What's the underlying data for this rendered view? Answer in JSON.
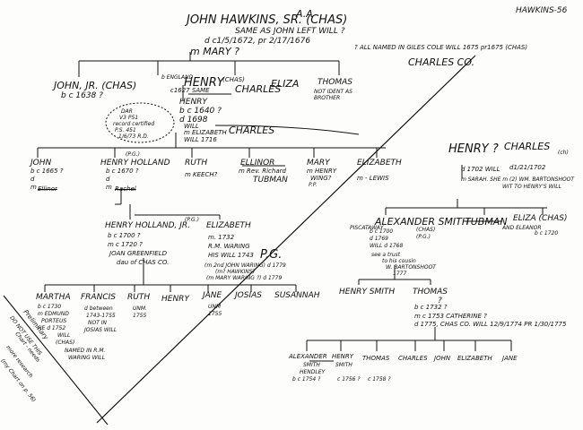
{
  "corner_ref": "HAWKINS-56",
  "top_mark": "A.A",
  "root": {
    "name": "JOHN HAWKINS, SR. (CHAS)",
    "note1": "SAME AS JOHN LEFT WILL ?",
    "dates": "d c1/5/1672, pr 2/17/1676",
    "spouse": "m MARY ?",
    "side_note": "? ALL NAMED IN GILES COLE WILL 1675 pr1675 (CHAS)",
    "county": "CHARLES CO."
  },
  "gen2": {
    "john_jr": {
      "name": "JOHN, JR. (CHAS)",
      "birth": "b c 1638 ?"
    },
    "henry": {
      "pre": "b ENGLAND",
      "name": "HENRY",
      "tag": "(CHAS)",
      "birth": "c1627 SAME",
      "county": "CHARLES",
      "eliza": "ELIZA",
      "sub_name": "HENRY",
      "sub_birth": "b c 1640 ?",
      "sub_death": "d 1698",
      "sub_will": "WILL",
      "sub_spouse": "m ELIZABETH",
      "sub_will_date": "WILL 1716",
      "sub_county": "CHARLES"
    },
    "thomas": {
      "name": "THOMAS",
      "note": "NOT IDENT AS BROTHER"
    },
    "dar_note": [
      "DAR",
      "V3 P51",
      "record certified",
      "P.S. 451",
      "1/6/73 R.D."
    ]
  },
  "gen3_left": {
    "john": {
      "name": "JOHN",
      "birth": "b c 1665 ?",
      "d": "d",
      "m": "m",
      "struck": "Ellinor"
    },
    "henry_holland": {
      "tag": "(P.G.)",
      "name": "HENRY HOLLAND",
      "birth": "b c 1670 ?",
      "d": "d",
      "m": "m",
      "struck": "Rachel"
    },
    "ruth": {
      "name": "RUTH",
      "spouse": "m KEECH?"
    },
    "ellinor": {
      "name": "ELLINOR",
      "spouse": "m Rev. Richard",
      "spouse2": "TUBMAN"
    },
    "mary": {
      "name": "MARY",
      "spouse": "m HENRY",
      "spouse2": "WING?",
      "extra": "P.P. "
    },
    "elizabeth": {
      "name": "ELIZABETH",
      "spouse": "m - LEWIS"
    }
  },
  "gen3_right": {
    "henry": {
      "name": "HENRY ?",
      "county": "CHARLES",
      "will": "d 1702 WILL",
      "will2": "d1/21/1702",
      "spouse": "m SARAH. SHE m (2) WM. BARTONSHOOT",
      "spouse_note": "WIT TO HENRY'S WILL",
      "abbr": "(ch)"
    }
  },
  "gen4_left": {
    "henry_jr": {
      "name": "HENRY HOLLAND, JR.",
      "tag": "(P.G.)",
      "birth": "b c 1700 ?",
      "marriage": "m c 1720 ?",
      "spouse": "JOAN GREENFIELD",
      "parent": "dau of CHAS CO."
    },
    "elizabeth": {
      "name": "ELIZABETH",
      "m": "m. 1732",
      "spouse": "R.M. WARING",
      "will": "HIS WILL 1743",
      "pg": "P.G.",
      "note1": "(m 2nd JOHN WARING) d 1779",
      "note2": "(m? HAWKINS)",
      "note3": "(m MARY WARING ?) d 1779"
    }
  },
  "gen4_right": {
    "alexander": {
      "pre": "PISCATAWAY",
      "name": "ALEXANDER SMITH",
      "tag1": "(CHAS)",
      "tag2": "(P.G.)",
      "birth": "b c 1700",
      "death": "d 1769",
      "will": "WILL d 1768",
      "note1": "see a trust",
      "note2": "to his cousin",
      "note3": "W. BARTONSHOOT",
      "note4": "1777"
    },
    "tubman": {
      "name": "TUBMAN"
    },
    "eliza": {
      "name": "ELIZA (CHAS)",
      "sub": "AND ELEANOR",
      "birth": "b c 1720"
    }
  },
  "gen5_left": {
    "names": [
      "MARTHA",
      "FRANCIS",
      "RUTH",
      "HENRY",
      "JANE",
      "JOSIAS",
      "SUSANNAH"
    ],
    "martha_details": [
      "b c 1730",
      "m EDMUND",
      "PORTEUS",
      "HE d 1752",
      "WILL",
      "(CHAS)"
    ],
    "francis_details": [
      "d between",
      "1743-1755",
      "NOT IN",
      "JOSIAS WILL"
    ],
    "ruth_details": [
      "UNM.",
      "1755"
    ],
    "jane_details": [
      "UNM",
      "1755"
    ],
    "named_note": [
      "NAMED IN R.M.",
      "WARING WILL"
    ]
  },
  "gen5_right": {
    "henry_smith": {
      "name": "HENRY SMITH"
    },
    "thomas": {
      "name": "THOMAS",
      "mark": "?",
      "birth": "b c 1732 ?",
      "marriage": "m c 1753 CATHERINE ?",
      "will": "d 1775, CHAS CO. WILL 12/9/1774 PR 1/30/1775"
    }
  },
  "gen6": {
    "names": [
      "ALEXANDER",
      "HENRY",
      "THOMAS",
      "CHARLES",
      "JOHN",
      "ELIZABETH",
      "JANE"
    ],
    "alexander_sub": [
      "SMITH",
      "HENDLEY"
    ],
    "henry_sub": "SMITH",
    "alexander_birth": "b c 1754 ?",
    "henry_birth": "c 1756 ?",
    "thomas_birth": "c 1758 ?"
  },
  "margin_note": [
    "DO NOT USE THIS",
    "Preliminary",
    "Chart - needs",
    "more research",
    "(my Chart on p. 56)"
  ]
}
